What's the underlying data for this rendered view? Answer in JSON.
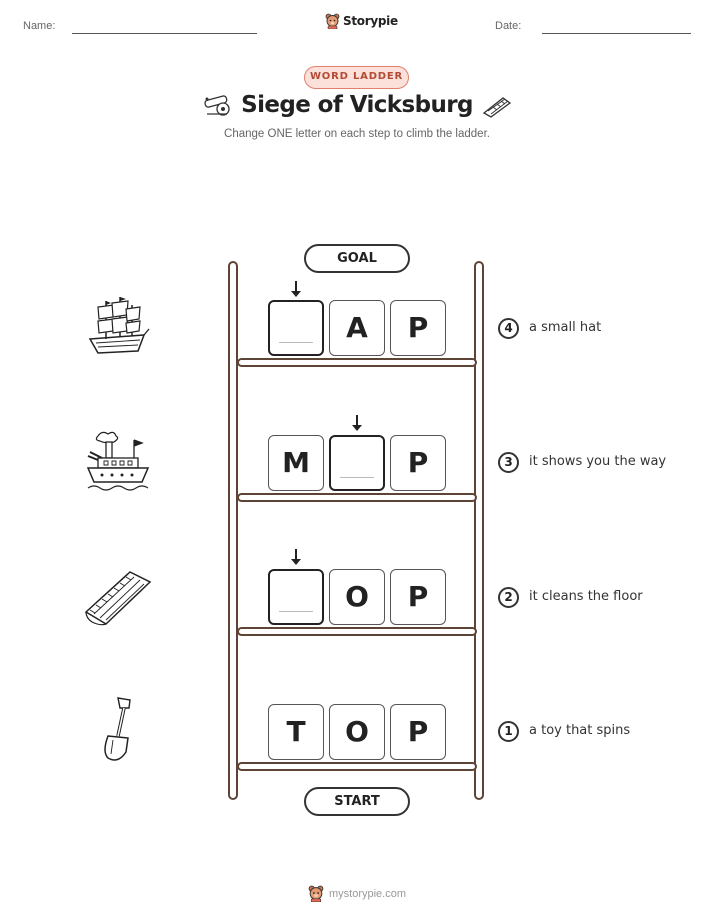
{
  "header": {
    "name_label": "Name:",
    "date_label": "Date:",
    "brand": "Storypie"
  },
  "badge": "WORD LADDER",
  "title": "Siege of Vicksburg",
  "subtitle": "Change ONE letter on each step to climb the ladder.",
  "ladder": {
    "goal_label": "GOAL",
    "start_label": "START",
    "rows": [
      {
        "step": "4",
        "letters": [
          "",
          "A",
          "P"
        ],
        "clue": "a small hat",
        "picture": "sailing-ship-icon"
      },
      {
        "step": "3",
        "letters": [
          "M",
          "",
          "P"
        ],
        "clue": "it shows you the way",
        "picture": "steamboat-icon"
      },
      {
        "step": "2",
        "letters": [
          "",
          "O",
          "P"
        ],
        "clue": "it cleans the floor",
        "picture": "earthworks-icon"
      },
      {
        "step": "1",
        "letters": [
          "T",
          "O",
          "P"
        ],
        "clue": "a toy that spins",
        "picture": "shovel-icon"
      }
    ]
  },
  "footer": "mystorypie.com",
  "colors": {
    "ladder": "#5e4436",
    "badge_bg": "#fbe1d9",
    "badge_border": "#e0816b",
    "badge_text": "#b24a35"
  }
}
